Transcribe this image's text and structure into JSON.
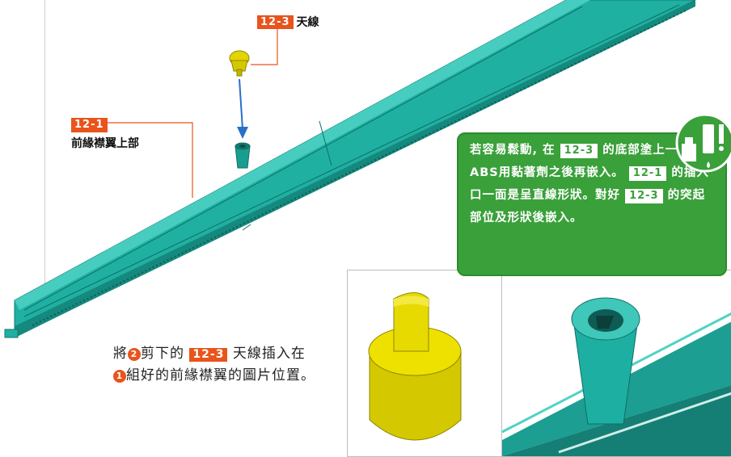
{
  "labels": {
    "antenna_code": "12-3",
    "antenna_name": "天線",
    "front_code": "12-1",
    "front_name": "前緣襟翼上部"
  },
  "instruction": {
    "t1": "將",
    "n2": "2",
    "t2": "剪下的",
    "code": "12-3",
    "t3": "天線插入在",
    "n1": "1",
    "t4": "組好的前緣襟翼的圖片位置。"
  },
  "tip": {
    "p1": "若容易鬆動, 在",
    "c1": "12-3",
    "p2": "的底部塗上一點ABS用黏著劑之後再嵌入。",
    "c2": "12-1",
    "p3": "的插入口一面是呈直線形狀。對好",
    "c3": "12-3",
    "p4": "的突起部位及形狀後嵌入。"
  },
  "colors": {
    "accent_orange": "#e8541c",
    "tip_green": "#3aa03a",
    "part_teal": "#22b5a8",
    "part_yellow": "#d4c800",
    "arrow_blue": "#2a6fc9"
  },
  "icons": {
    "tip": "glue-bottle-icon"
  }
}
